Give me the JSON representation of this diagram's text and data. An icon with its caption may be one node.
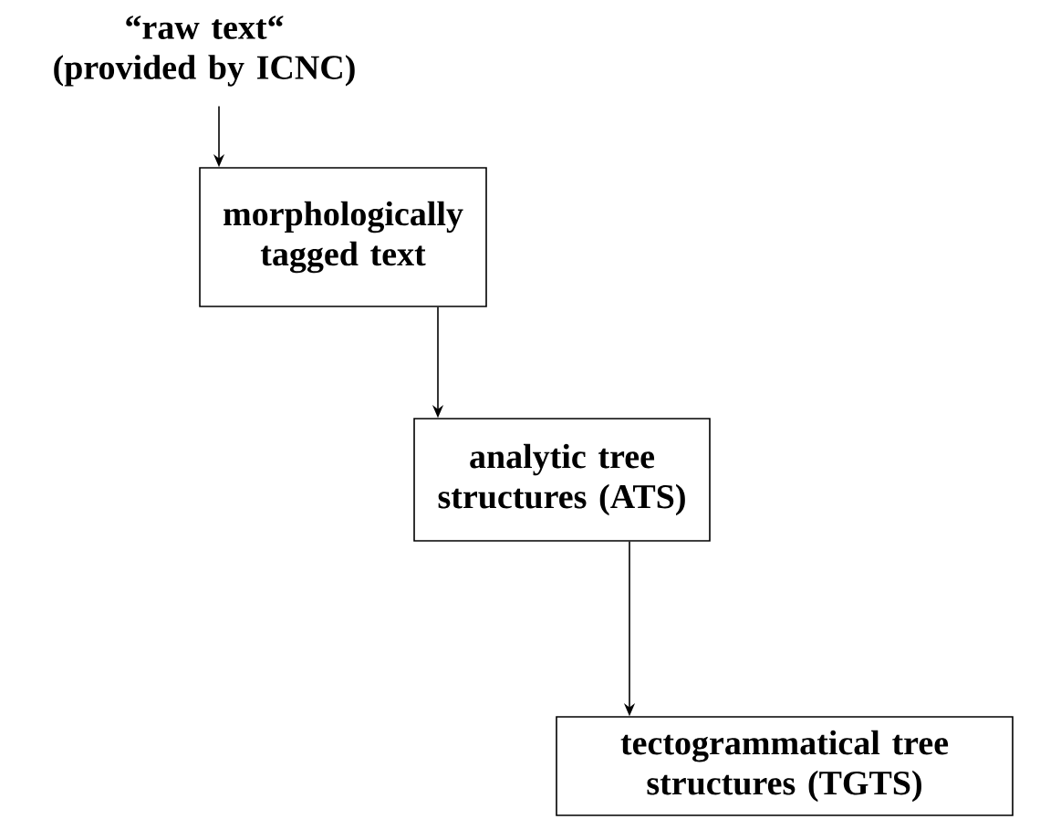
{
  "diagram": {
    "nodes": [
      {
        "text": [
          "“raw text“ (provided by ICNC)"
        ]
      },
      {
        "text": [
          "morphologically tagged text"
        ]
      },
      {
        "text": [
          "analytic tree structures (ATS)"
        ]
      },
      {
        "text": [
          "tectogrammatical tree structures (TGTS)"
        ]
      }
    ],
    "edges": [
      {
        "from": 0,
        "to": 1,
        "arrow": "to"
      },
      {
        "from": 1,
        "to": 2,
        "arrow": "to"
      },
      {
        "from": 2,
        "to": 3,
        "arrow": "to"
      }
    ]
  }
}
